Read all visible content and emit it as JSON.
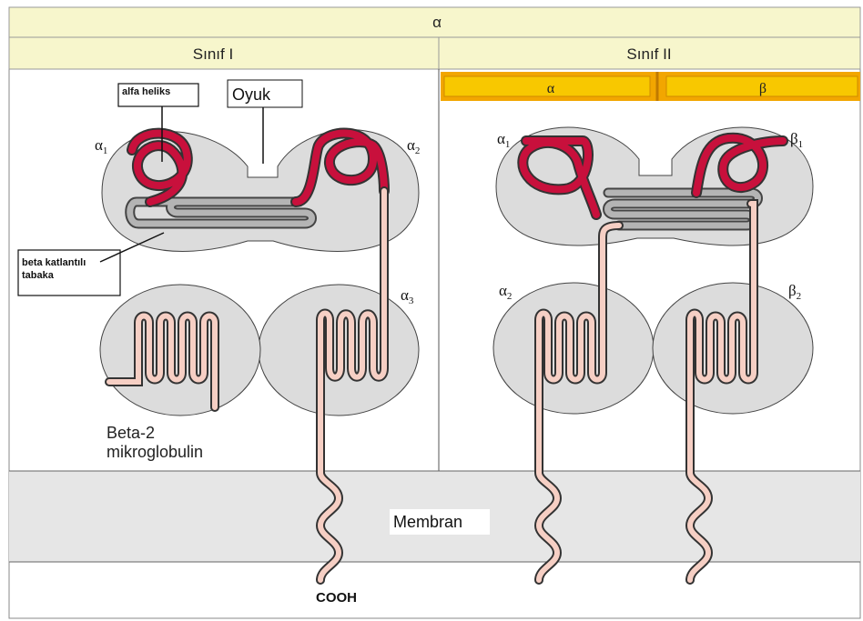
{
  "header": {
    "title": "α"
  },
  "class_one": {
    "title": "Sınıf I",
    "callouts": {
      "alpha_helix": "alfa heliks",
      "groove": "Oyuk",
      "beta_sheet_line1": "beta katlantılı",
      "beta_sheet_line2": "tabaka"
    },
    "domain_labels": {
      "a1": "α",
      "a1_sub": "1",
      "a2": "α",
      "a2_sub": "2",
      "a3": "α",
      "a3_sub": "3"
    },
    "b2m_line1": "Beta-2",
    "b2m_line2": "mikroglobulin",
    "cooh": "COOH"
  },
  "class_two": {
    "title": "Sınıf II",
    "chain_alpha": "α",
    "chain_beta": "β",
    "domain_labels": {
      "a1": "α",
      "a1_sub": "1",
      "b1": "β",
      "b1_sub": "1",
      "a2": "α",
      "a2_sub": "2",
      "b2": "β",
      "b2_sub": "2"
    }
  },
  "membrane": {
    "label": "Membran"
  },
  "colors": {
    "header_bg": "#f7f6cc",
    "domain_fill": "#dcdcdc",
    "helix": "#c8103c",
    "chain": "#f6cfc4",
    "sheet": "#b4b4b4",
    "membrane": "#e6e6e6",
    "band_gold": "#f7c400"
  }
}
